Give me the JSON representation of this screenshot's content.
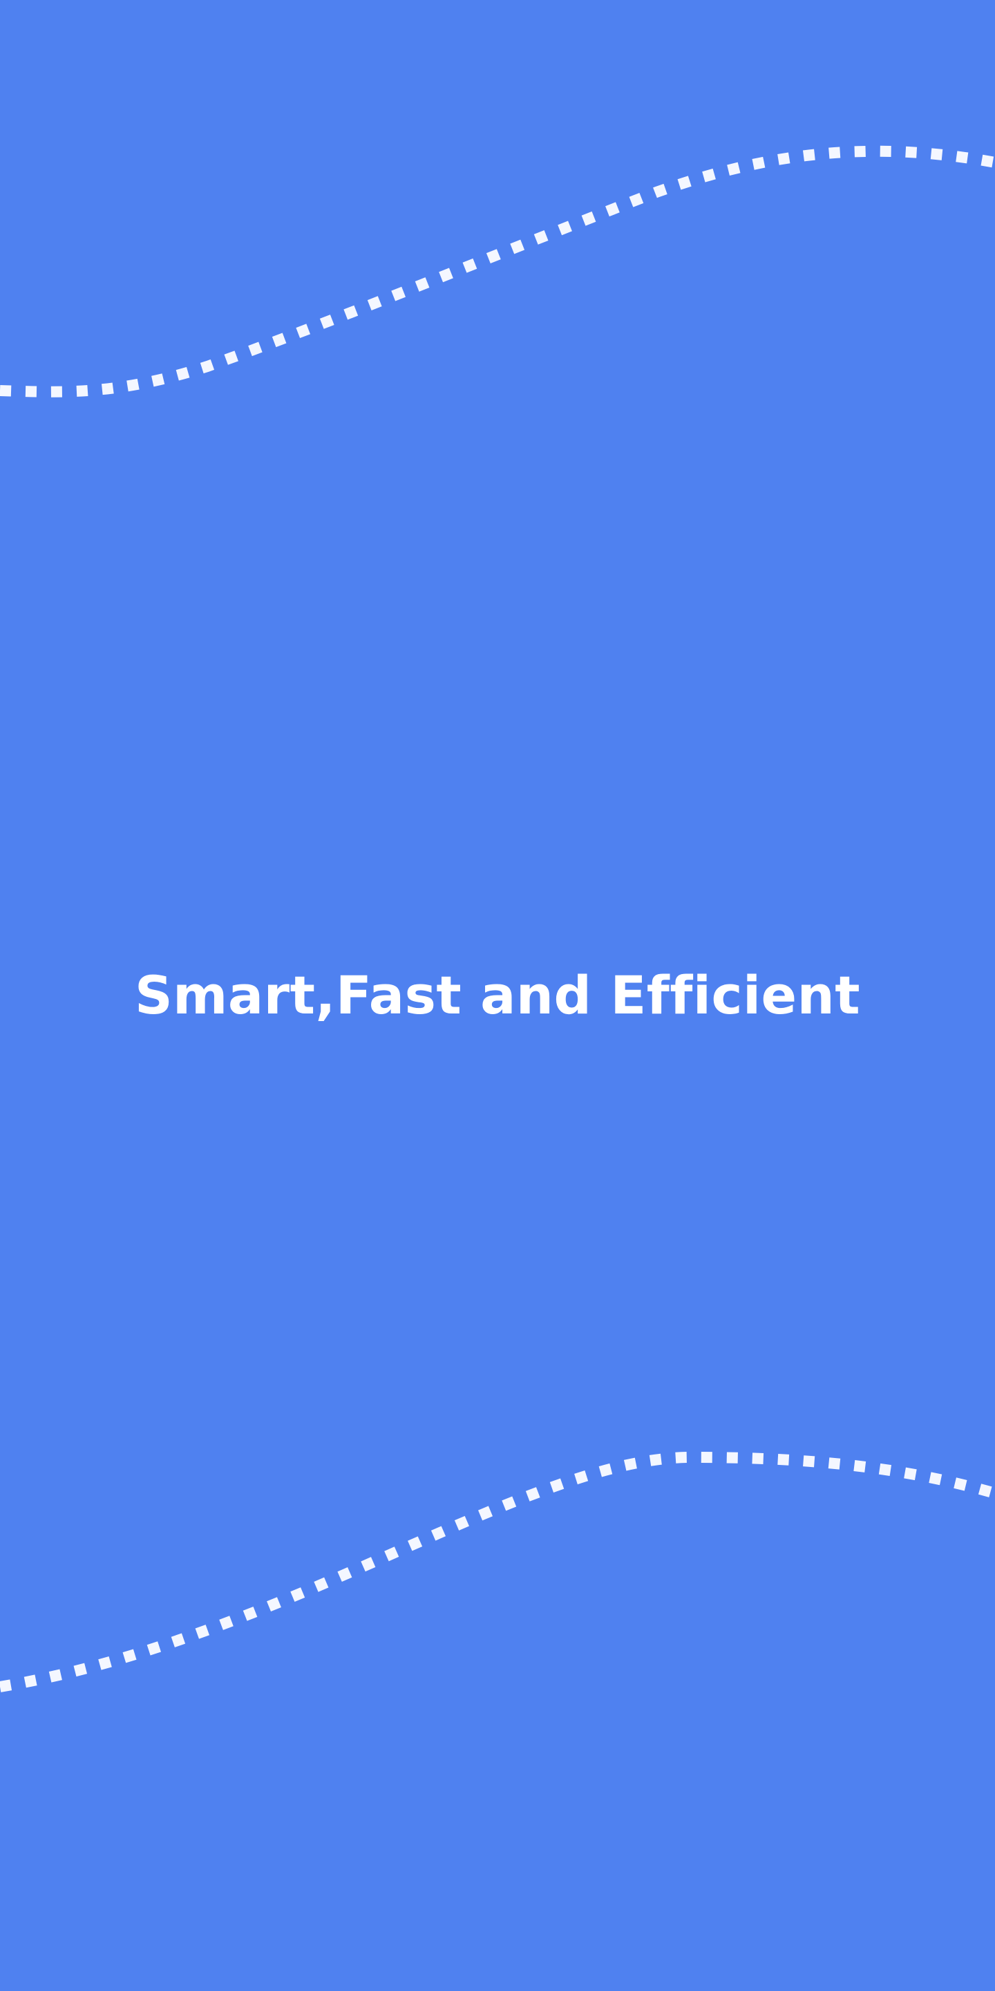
{
  "screen": {
    "headline": "Smart,Fast and Efficient"
  },
  "colors": {
    "background": "#4f81f0",
    "foreground": "#ffffff",
    "wave": "#f4f7ff"
  },
  "decorations": {
    "top_wave": "dotted-wave",
    "bottom_wave": "dotted-wave"
  }
}
